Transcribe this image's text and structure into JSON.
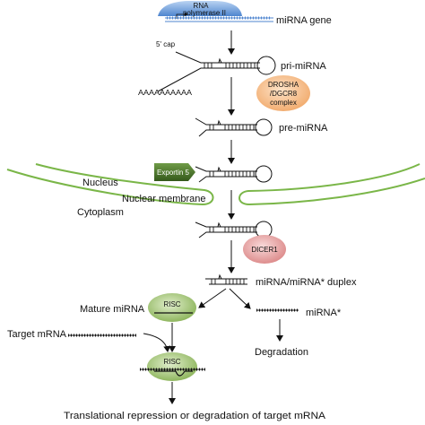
{
  "colors": {
    "rnapol_fill": "#5b8fd6",
    "drosha_fill": "#f2b784",
    "exportin_fill": "#4a7a2a",
    "dicer_fill": "#e8a3a3",
    "risc_fill": "#a8c77a",
    "membrane_stroke": "#7ab648",
    "line": "#111111"
  },
  "rna_pol": {
    "line1": "RNA",
    "line2": "polymerase II"
  },
  "labels": {
    "mirna_gene": "miRNA gene",
    "five_cap": "5' cap",
    "poly_a": "AAAAAAAAAA",
    "pri_mirna": "pri-miRNA",
    "pre_mirna": "pre-miRNA",
    "nucleus": "Nucleus",
    "nuclear_membrane": "Nuclear membrane",
    "cytoplasm": "Cytoplasm",
    "duplex": "miRNA/miRNA* duplex",
    "mature_mirna": "Mature miRNA",
    "mirna_star": "miRNA*",
    "target_mrna": "Target mRNA",
    "degradation": "Degradation",
    "final": "Translational repression or degradation of  target mRNA"
  },
  "drosha": {
    "line1": "DROSHA",
    "line2": "/DGCR8",
    "line3": "complex"
  },
  "exportin": "Exportin 5",
  "dicer": "DICER1",
  "risc": {
    "top": "RISC",
    "bottom": "RISC"
  }
}
